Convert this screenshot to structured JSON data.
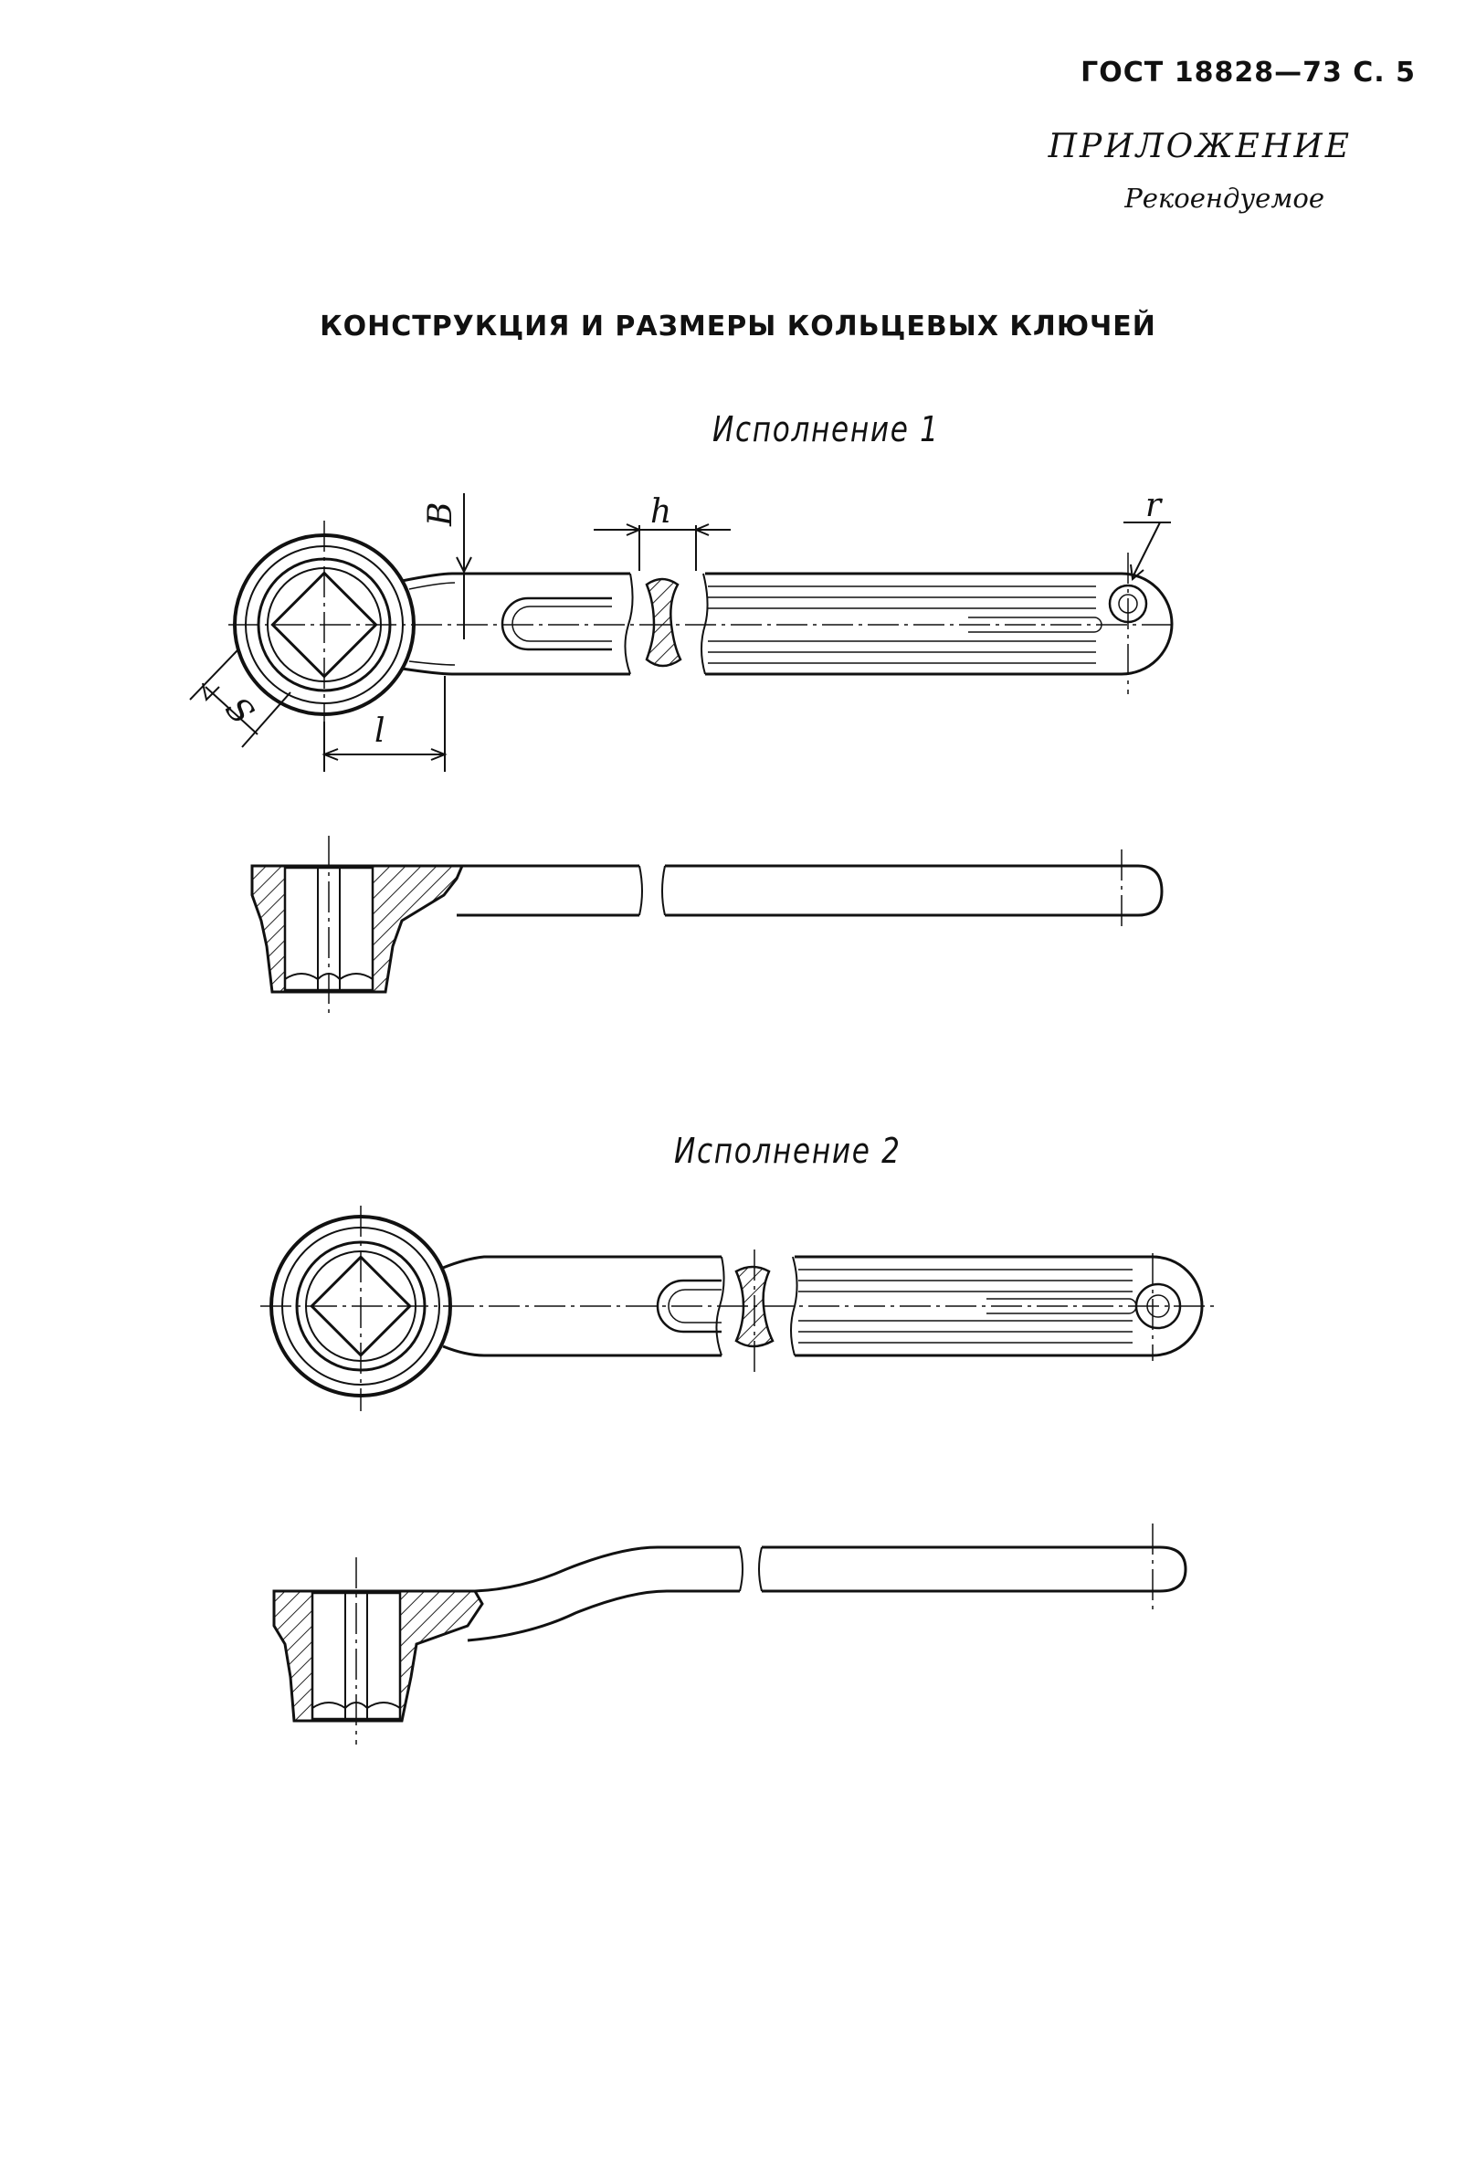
{
  "header": {
    "doc_ref": "ГОСТ 18828—73 С. 5"
  },
  "appendix": {
    "label": "ПРИЛОЖЕНИЕ",
    "status": "Рекоендуемое"
  },
  "title": "КОНСТРУКЦИЯ И РАЗМЕРЫ КОЛЬЦЕВЫХ КЛЮЧЕЙ",
  "variants": [
    {
      "caption": "Исполнение 1"
    },
    {
      "caption": "Исполнение 2"
    }
  ],
  "dimensions": {
    "b": "B",
    "h": "h",
    "r": "r",
    "s": "S",
    "l": "l"
  }
}
